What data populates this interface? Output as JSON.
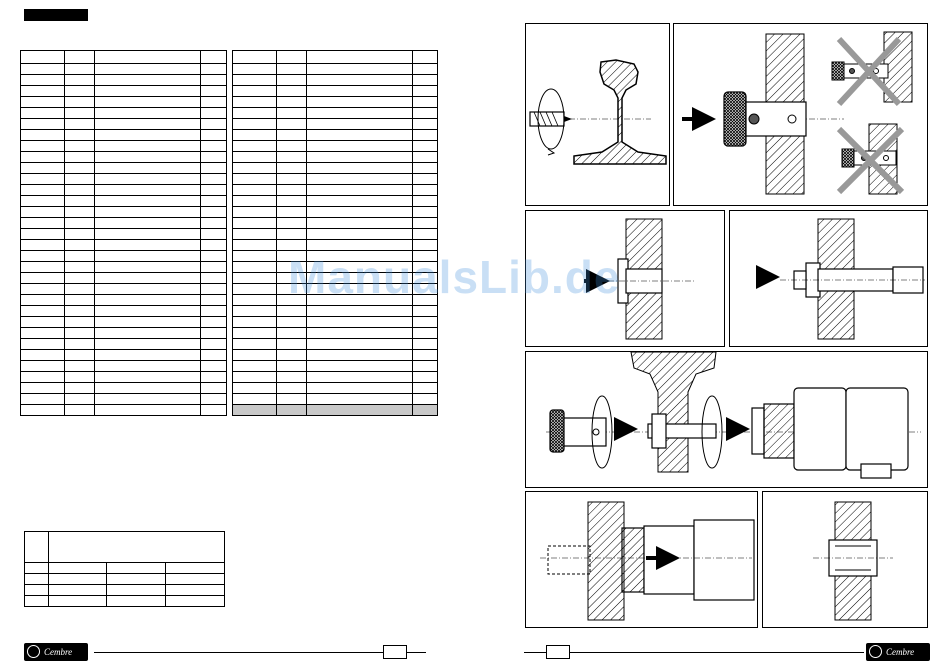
{
  "watermark": "ManualsLib.de",
  "footer": {
    "brand": "Cembre"
  },
  "colors": {
    "hatch": "#000000",
    "table_shade": "#c8c8c8",
    "watermark": "#3f8fdc"
  },
  "icons": [
    "arrow-right-icon",
    "rotation-arrow-icon",
    "cross-out-icon",
    "cembre-logo"
  ]
}
